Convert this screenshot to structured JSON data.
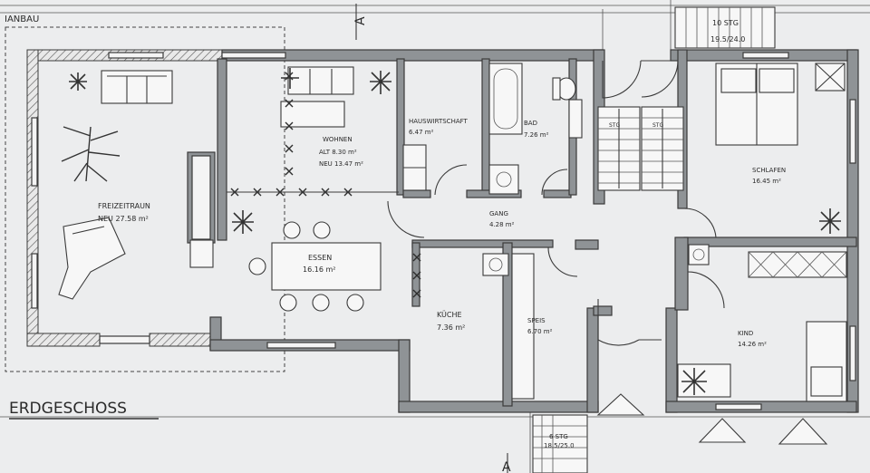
{
  "header": {
    "label": "IANBAU"
  },
  "floor": {
    "title": "ERDGESCHOSS"
  },
  "rooms": {
    "freizeitraum": {
      "name": "FREIZEITRAUN",
      "area": "NEU 27.58 m²"
    },
    "wohnen": {
      "name": "WOHNEN",
      "area_old": "ALT 8.30 m²",
      "area_new": "NEU 13.47 m²"
    },
    "hauswirtschaft": {
      "name": "HAUSWIRTSCHAFT",
      "area": "6.47 m²"
    },
    "bad": {
      "name": "BAD",
      "area": "7.26 m²"
    },
    "schlafen": {
      "name": "SCHLAFEN",
      "area": "16.45 m²"
    },
    "gang": {
      "name": "GANG",
      "area": "4.28 m²"
    },
    "essen": {
      "name": "ESSEN",
      "area": "16.16 m²"
    },
    "kueche": {
      "name": "KÜCHE",
      "area": "7.36 m²"
    },
    "speis": {
      "name": "SPEIS",
      "area": "6.70 m²"
    },
    "kind": {
      "name": "KIND",
      "area": "14.26 m²"
    }
  },
  "stairs": {
    "top_label_1": "10 STG",
    "top_label_2": "19.5/24.0",
    "inner_label_1": "STG",
    "inner_label_2": "STG",
    "bottom_label_1": "6 STG",
    "bottom_label_2": "18.5/25.0"
  },
  "section_marks": {
    "top": "A",
    "bottom": "A"
  },
  "colors": {
    "wall": "#8f9396",
    "paper": "#ecedee",
    "line": "#3a3a3a"
  }
}
